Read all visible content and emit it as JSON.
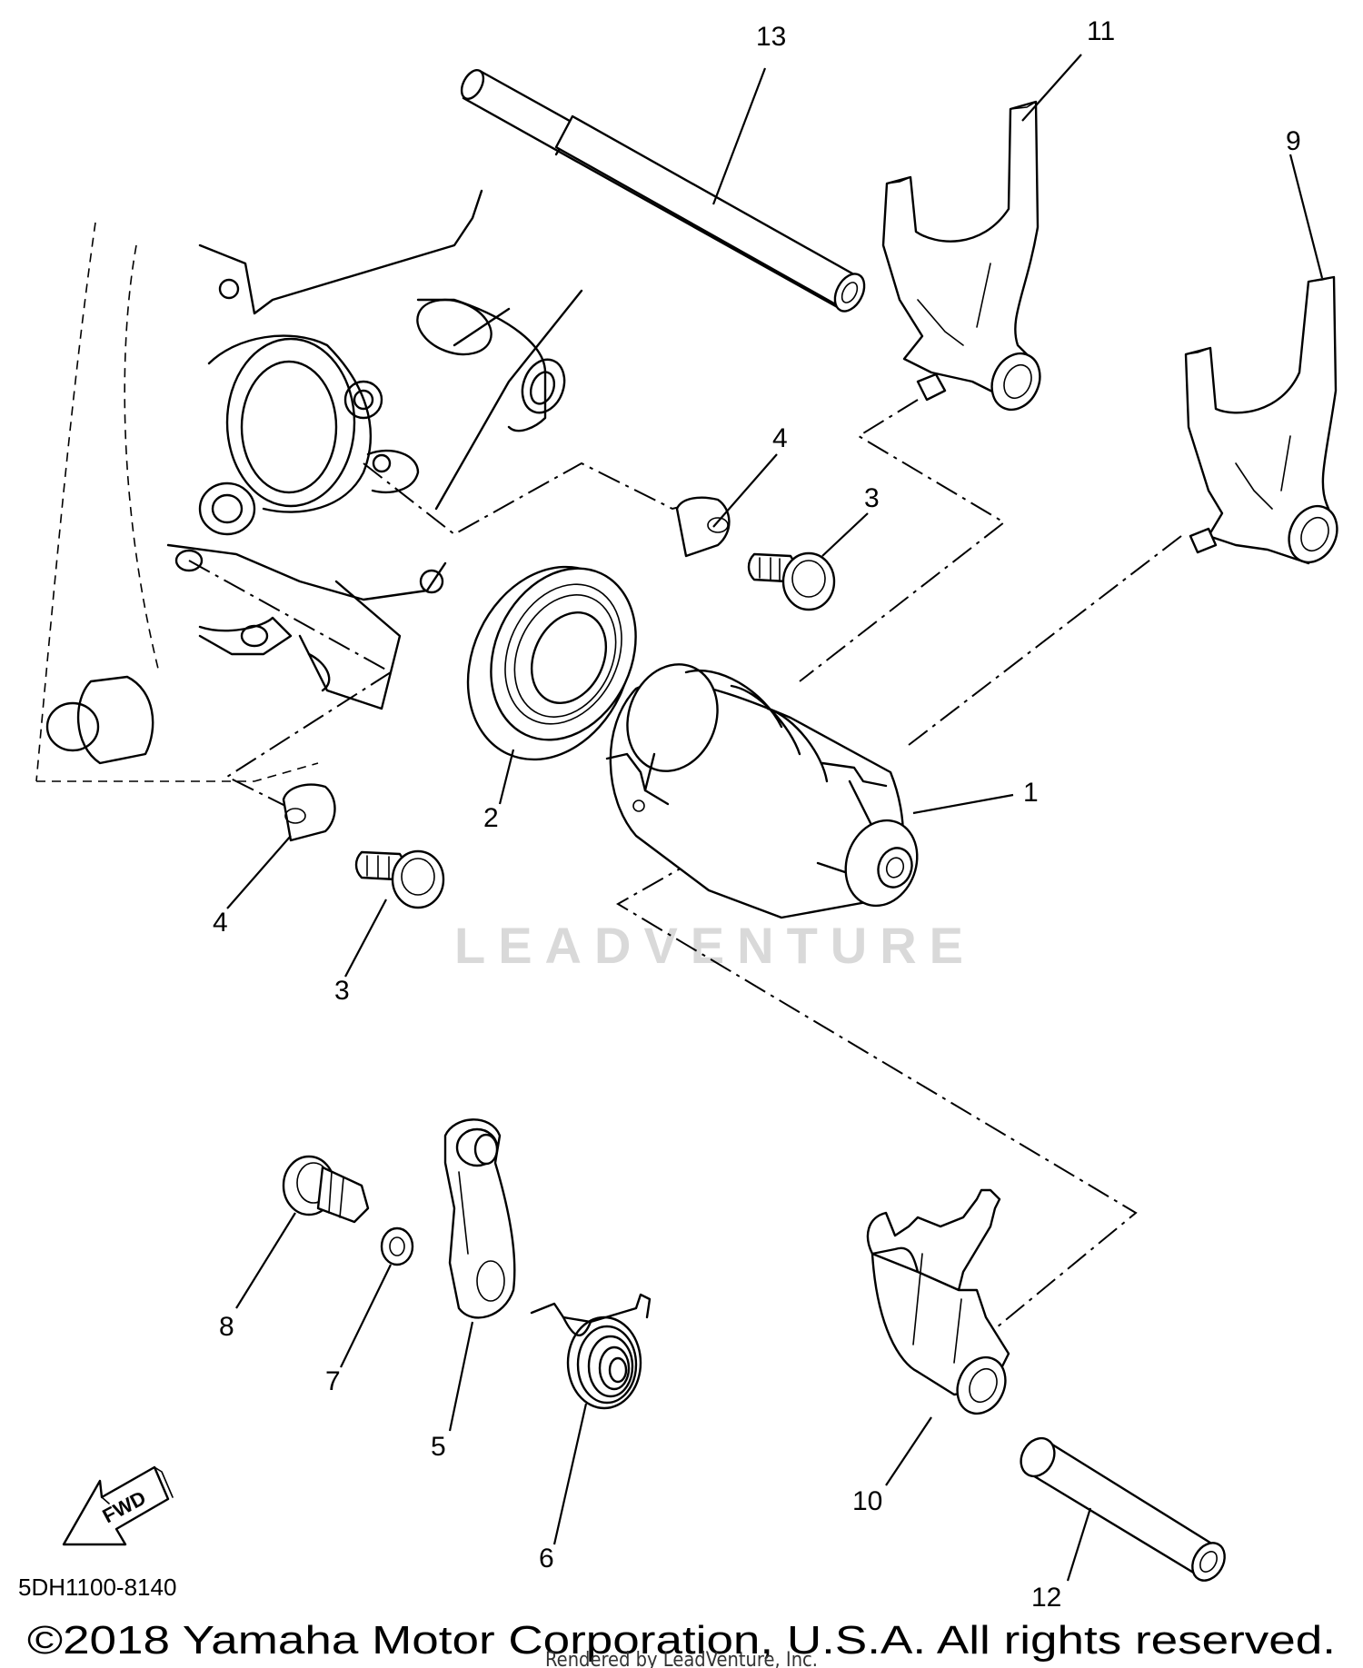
{
  "diagram": {
    "drawing_number": "5DH1100-8140",
    "copyright": "©2018 Yamaha Motor Corporation, U.S.A. All rights reserved.",
    "rendered_by": "Rendered by LeadVenture, Inc.",
    "watermark": "LEADVENTURE",
    "fwd_label": "FWD",
    "callouts": {
      "c1": "1",
      "c2": "2",
      "c3a": "3",
      "c3b": "3",
      "c4a": "4",
      "c4b": "4",
      "c5": "5",
      "c6": "6",
      "c7": "7",
      "c8": "8",
      "c9": "9",
      "c10": "10",
      "c11": "11",
      "c12": "12",
      "c13": "13"
    }
  }
}
